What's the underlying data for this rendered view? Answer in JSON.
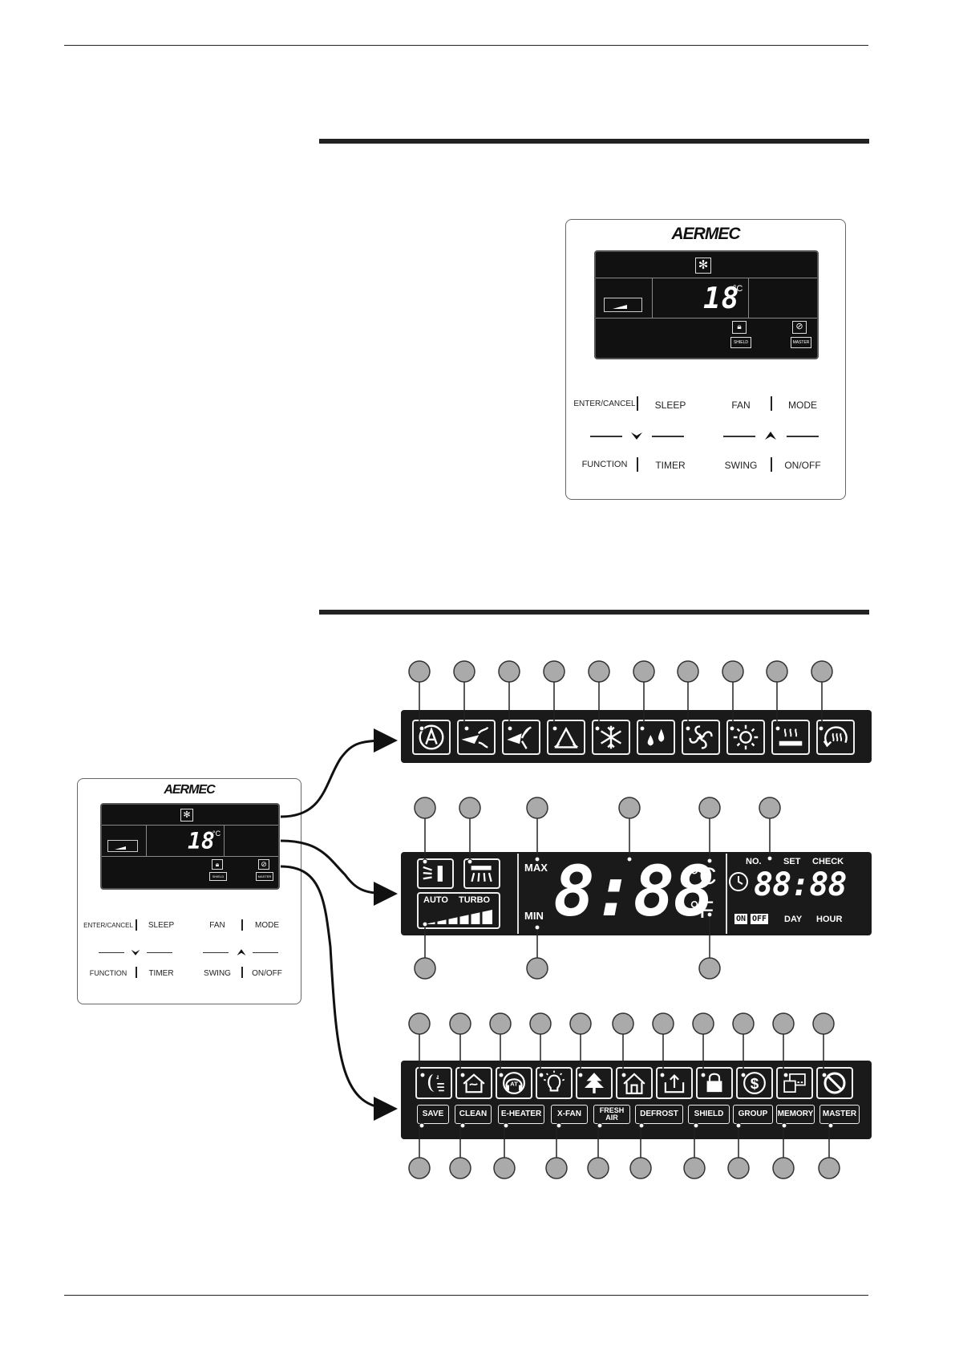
{
  "brand": "AERMEC",
  "controller": {
    "temperature": "18",
    "unit": "°C",
    "lcd_badges": [
      "SHIELD",
      "MASTER"
    ],
    "buttons_top": [
      "ENTER/CANCEL",
      "SLEEP",
      "FAN",
      "MODE"
    ],
    "buttons_bottom": [
      "FUNCTION",
      "TIMER",
      "SWING",
      "ON/OFF"
    ]
  },
  "strip1_icons": [
    "auto-mode-icon",
    "swing-up-down-icon",
    "swing-left-right-icon",
    "triangle-icon",
    "cool-snowflake-icon",
    "dry-drops-icon",
    "fan-icon",
    "heat-sun-icon",
    "heater-icon",
    "heating-cycle-icon"
  ],
  "strip2": {
    "auto": "AUTO",
    "turbo": "TURBO",
    "max": "MAX",
    "min": "MIN",
    "digits": "8:88",
    "celsius": "°C",
    "fahrenheit": "°F",
    "no": "NO.",
    "set": "SET",
    "check": "CHECK",
    "clock_digits": "88:88",
    "on": "ON",
    "off": "OFF",
    "day": "DAY",
    "hour": "HOUR"
  },
  "strip3_icons": [
    "sleep-moon-icon",
    "clean-house-icon",
    "at-headphone-icon",
    "light-bulb-icon",
    "tree-icon",
    "home-icon",
    "upload-icon",
    "lock-icon",
    "dollar-icon",
    "screen-icon",
    "prohibited-icon"
  ],
  "strip3_labels": [
    {
      "text": "SAVE"
    },
    {
      "text": "CLEAN"
    },
    {
      "text": "E-HEATER"
    },
    {
      "text": "X-FAN"
    },
    {
      "text": "FRESH\nAIR"
    },
    {
      "text": "DEFROST"
    },
    {
      "text": "SHIELD"
    },
    {
      "text": "GROUP"
    },
    {
      "text": "MEMORY"
    },
    {
      "text": "MASTER"
    }
  ]
}
